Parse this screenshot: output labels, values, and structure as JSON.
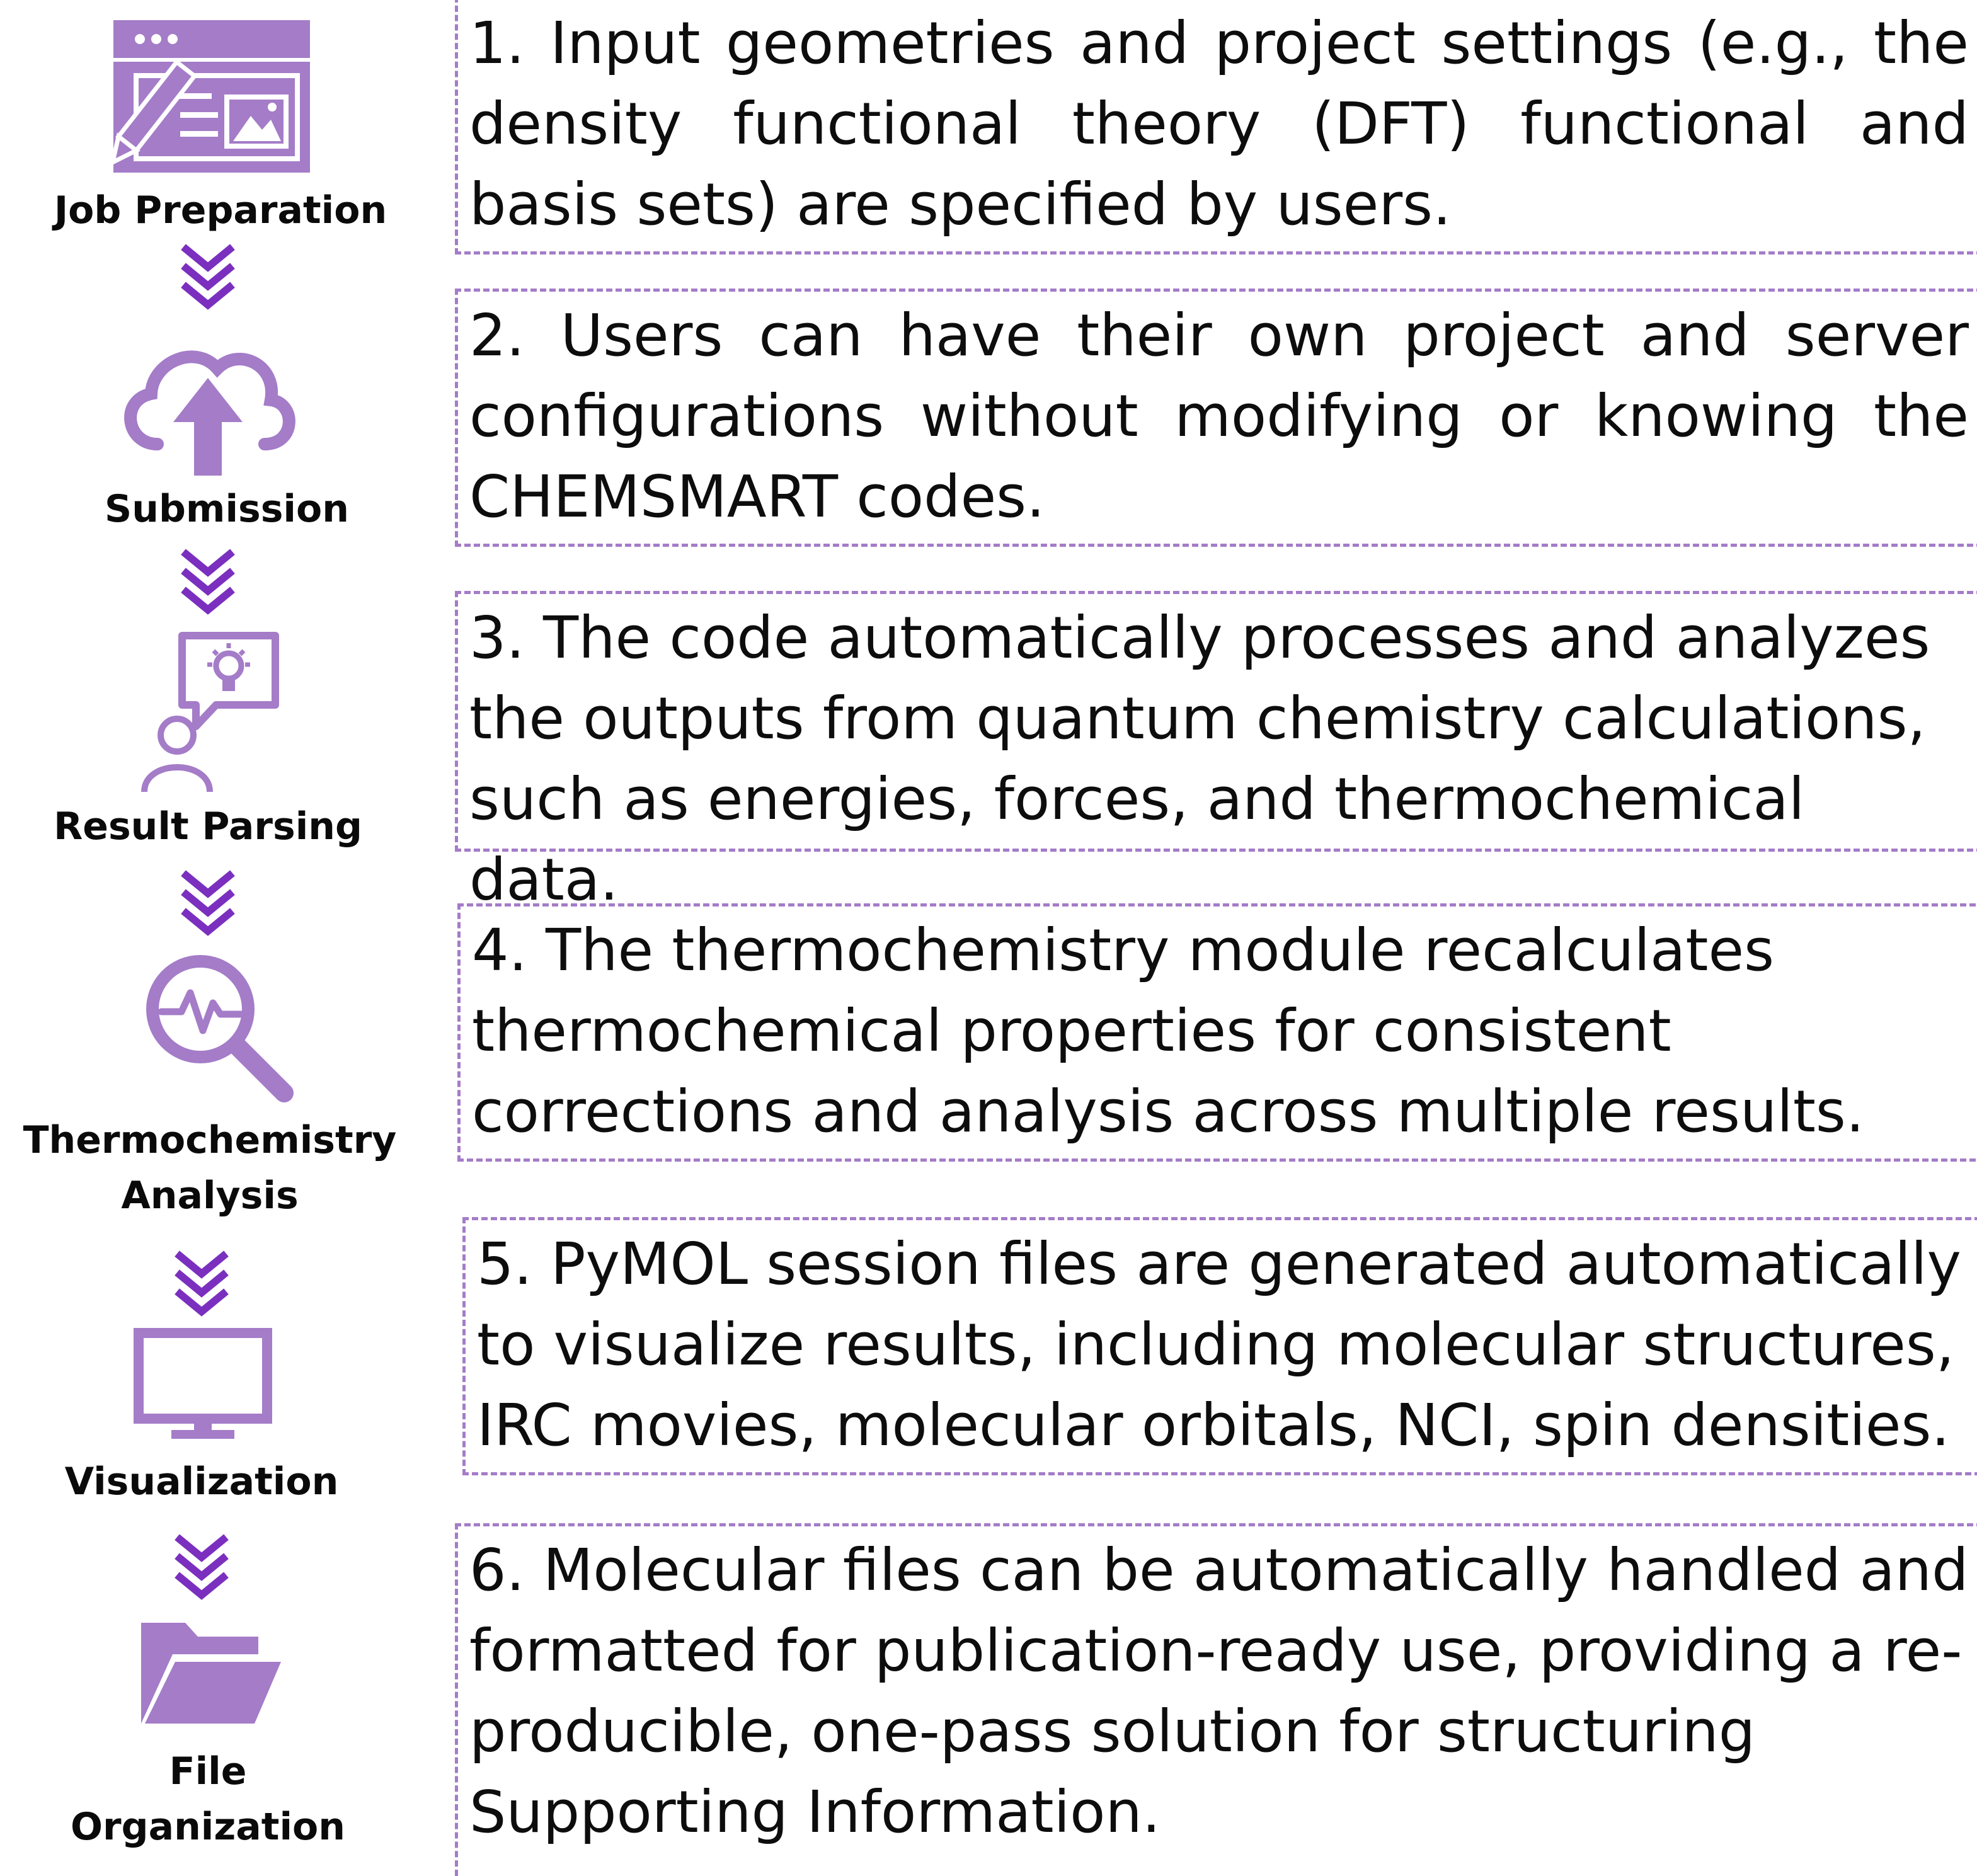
{
  "colors": {
    "accent": "#a47cc8",
    "chevron": "#7b2fbf",
    "text": "#111111"
  },
  "steps": [
    {
      "label": "Job Preparation",
      "icon": "web-editor-icon",
      "description": "1. Input geometries and project settings (e.g., the density functional theory (DFT) functional and basis sets) are specified by users."
    },
    {
      "label": "Submission",
      "icon": "cloud-upload-icon",
      "description": "2. Users can have their own project and server configurations without modifying or knowing the CHEMSMART codes."
    },
    {
      "label": "Result Parsing",
      "icon": "user-idea-icon",
      "description": "3. The code automatically processes and analyzes the outputs from quantum chemistry calculations, such as energies, forces, and thermochemical data."
    },
    {
      "label_line1": "Thermochemistry",
      "label_line2": "Analysis",
      "icon": "magnifier-pulse-icon",
      "description": "4. The thermochemistry module recalculates thermochemical properties for consistent corrections and analysis across multiple results."
    },
    {
      "label": "Visualization",
      "icon": "monitor-icon",
      "description": "5. PyMOL session files are generated automatically to visualize results, including molecular structures, IRC movies, molecular orbitals, NCI, spin densities."
    },
    {
      "label_line1": "File",
      "label_line2": "Organization",
      "icon": "folder-icon",
      "description": "6. Molecular files can be automatically handled and formatted for publication-ready use, providing a re-producible, one-pass solution for structuring Supporting Information."
    }
  ]
}
